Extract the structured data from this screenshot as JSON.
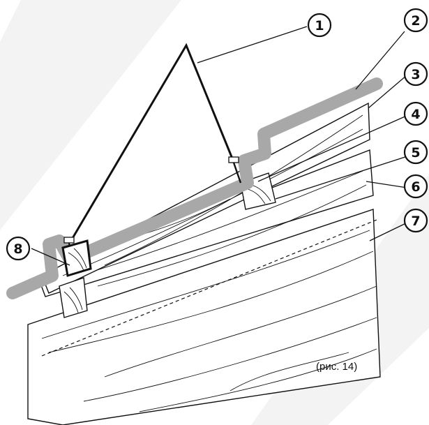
{
  "diagram": {
    "callouts": [
      {
        "id": "1",
        "label": "1"
      },
      {
        "id": "2",
        "label": "2"
      },
      {
        "id": "3",
        "label": "3"
      },
      {
        "id": "4",
        "label": "4"
      },
      {
        "id": "5",
        "label": "5"
      },
      {
        "id": "6",
        "label": "6"
      },
      {
        "id": "7",
        "label": "7"
      },
      {
        "id": "8",
        "label": "8"
      }
    ],
    "caption": "(рис. 14)",
    "colors": {
      "roof_sheet": "#a8a8a8",
      "line": "#111111",
      "watermark": "#f3f3f3"
    }
  }
}
